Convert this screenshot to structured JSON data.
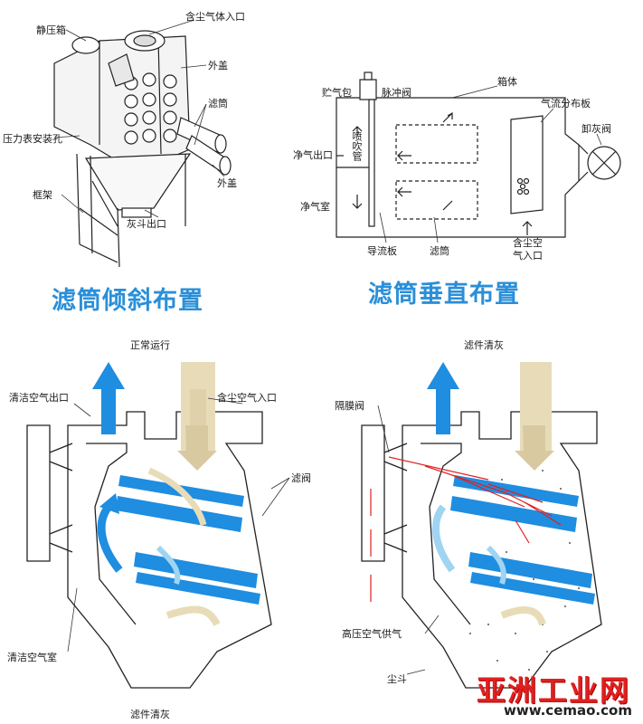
{
  "top_left": {
    "caption": "滤筒倾斜布置",
    "labels": {
      "static_box": "静压箱",
      "dust_inlet": "含尘气体入口",
      "hatch1": "外盖",
      "filter": "滤筒",
      "hatch2": "外盖",
      "gauge_hole": "压力表安装孔",
      "frame": "框架",
      "ash_outlet": "灰斗出口"
    }
  },
  "top_right": {
    "caption": "滤筒垂直布置",
    "labels": {
      "air_tank": "贮气包",
      "pulse_valve": "脉冲阀",
      "box": "箱体",
      "distributor": "气流分布板",
      "ash_valve": "卸灰阀",
      "clean_outlet": "净气出口",
      "blow_pipe": "喷吹管",
      "clean_room": "净气室",
      "guide_plate": "导流板",
      "filter": "滤筒",
      "dust_inlet_1": "含尘空",
      "dust_inlet_2": "气入口"
    }
  },
  "bottom_left": {
    "title": "正常运行",
    "labels": {
      "clean_outlet": "清洁空气出口",
      "dust_inlet": "含尘空气入口",
      "filter_valve": "滤阀",
      "clean_room": "清洁空气室",
      "bottom": "滤件清灰"
    }
  },
  "bottom_right": {
    "title": "滤件清灰",
    "labels": {
      "diaphragm_valve": "隔膜阀",
      "high_pressure": "高压空气供气",
      "hopper": "尘斗"
    }
  },
  "watermark": {
    "text": "亚洲工业网",
    "url": "www.cemao.com"
  },
  "colors": {
    "caption_blue": "#2a8fd8",
    "filter_blue": "#1f8de0",
    "arrow_light": "#9fd4f2",
    "dust": "#e8dcb8",
    "pulse_red": "#e02020"
  }
}
